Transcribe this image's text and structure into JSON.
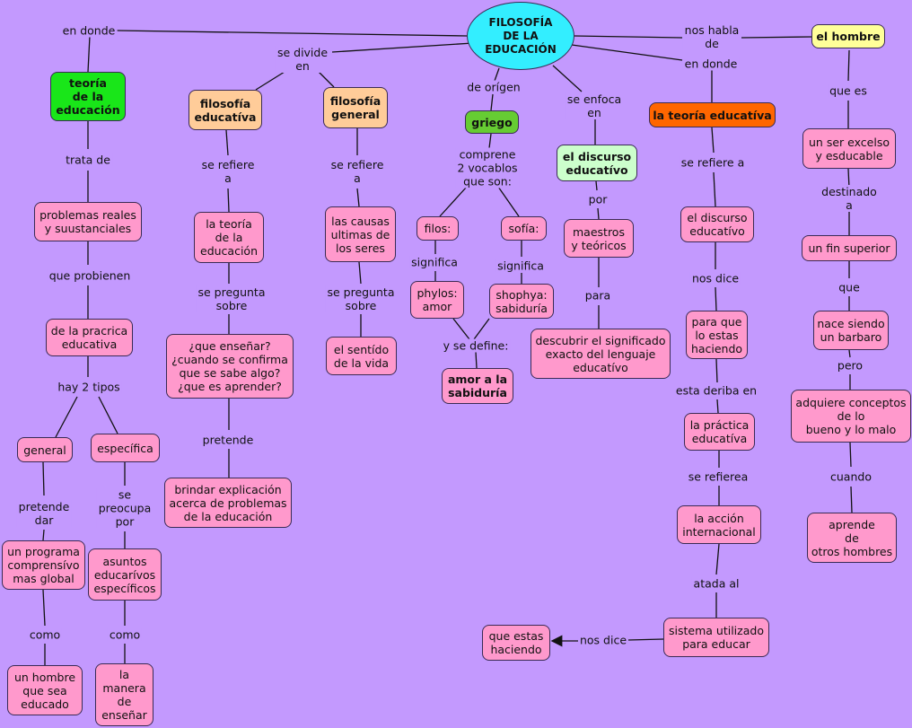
{
  "root": "FILOSOFÍA\nDE LA\nEDUCACIÓN",
  "labels": {
    "en_donde_left": "en donde",
    "se_divide_en": "se divide\nen",
    "de_origen": "de orígen",
    "se_enfoca_en": "se enfoca\nen",
    "nos_habla_de": "nos habla\nde",
    "en_donde_right": "en donde",
    "trata_de": "trata de",
    "que_probienen": "que probienen",
    "hay_2_tipos": "hay 2 tipos",
    "pretende_dar": "pretende\ndar",
    "se_preocupa_por": "se\npreocupa\npor",
    "como_1": "como",
    "como_2": "como",
    "se_refiere_a_1": "se refiere\na",
    "se_pregunta_sobre_1": "se pregunta\nsobre",
    "pretende": "pretende",
    "se_refiere_a_2": "se refiere\na",
    "se_pregunta_sobre_2": "se pregunta\nsobre",
    "comprene": "comprene\n2 vocablos\nque son:",
    "significa_1": "significa",
    "significa_2": "significa",
    "y_se_define": "y se define:",
    "por": "por",
    "para": "para",
    "se_refiere_a_3": "se refiere a",
    "nos_dice_1": "nos dice",
    "esta_deriba_en": "esta deriba en",
    "se_refierea": "se refierea",
    "atada_al": "atada al",
    "nos_dice_2": "nos dice",
    "que_es": "que es",
    "destinado_a": "destinado a",
    "que": "que",
    "pero": "pero",
    "cuando": "cuando"
  },
  "nodes": {
    "teoria_educacion": "teoría\nde la\neducación",
    "problemas_reales": "problemas reales\ny suustanciales",
    "practica_educativa": "de la pracrica\neducativa",
    "general": "general",
    "especifica": "específica",
    "programa_comprensivo": "un programa\ncomprensívo\nmas global",
    "asuntos_educativos": "asuntos\neducarívos\nespecíficos",
    "hombre_educado": "un hombre\nque sea\neducado",
    "manera_ensenar": "la\nmanera\nde\nenseñar",
    "filosofia_educativa": "filosofía\neducatíva",
    "teoria_de_la_educacion_2": "la teoría\nde la\neducación",
    "preguntas": "¿que enseñar?\n¿cuando se confirma\nque se sabe algo?\n¿que es aprender?",
    "brindar_explicacion": "brindar explicación\nacerca de problemas\nde la educación",
    "filosofia_general": "filosofía\ngeneral",
    "causas_ultimas": "las causas\nultimas de\nlos seres",
    "sentido_vida": "el sentído\nde la vida",
    "griego": "griego",
    "filos": "filos:",
    "sofia": "sofía:",
    "phylos": "phylos:\namor",
    "shophya": "shophya:\nsabiduría",
    "amor_sabiduria": "amor a la\nsabiduría",
    "discurso_educativo": "el discurso\neducatívo",
    "maestros_teoricos": "maestros\ny teóricos",
    "descubrir_significado": "descubrir el significado\nexacto del lenguaje\neducatívo",
    "teoria_educativa": "la teoría educatíva",
    "el_discurso_educativo": "el discurso\neducatívo",
    "para_que": "para que\nlo estas\nhaciendo",
    "practica_educativa_2": "la práctica\neducatíva",
    "accion_internacional": "la acción\ninternacional",
    "sistema_utilizado": "sistema utilizado\npara educar",
    "que_estas_haciendo": "que estas\nhaciendo",
    "el_hombre": "el hombre",
    "ser_excelso": "un ser excelso\ny esducable",
    "fin_superior": "un fin superior",
    "nace_barbaro": "nace siendo\nun barbaro",
    "adquiere_conceptos": "adquiere conceptos\nde lo\nbueno y lo malo",
    "aprende_hombres": "aprende\nde\notros hombres"
  },
  "colors": {
    "background": "#c399fe",
    "concept_default": "#ff99cc",
    "root": "#33eeff",
    "teoria_educacion": "#19e619",
    "filosofias": "#ffcc99",
    "griego": "#66cc33",
    "discurso_educativo": "#ccffcc",
    "teoria_educativa": "#ff6600",
    "el_hombre": "#ffff99"
  }
}
